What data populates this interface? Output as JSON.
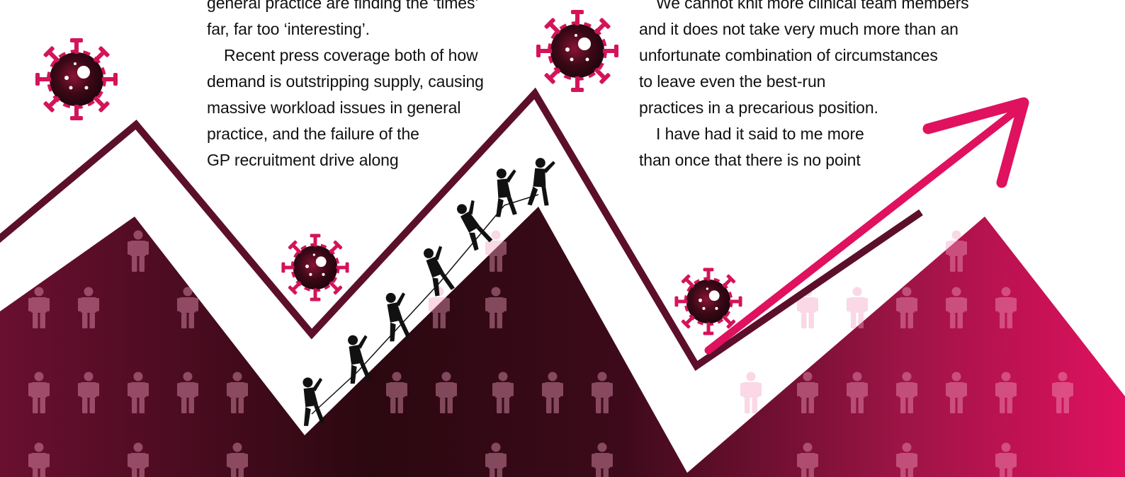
{
  "article": {
    "left_column": [
      {
        "text": "general practice are finding the ‘times’",
        "indent": false
      },
      {
        "text": "far, far too ‘interesting’.",
        "indent": false
      },
      {
        "text": "Recent press coverage both of how",
        "indent": true
      },
      {
        "text": "demand is outstripping supply, causing",
        "indent": false
      },
      {
        "text": "massive workload issues in general",
        "indent": false
      },
      {
        "text": "practice, and the failure of the",
        "indent": false
      },
      {
        "text": "GP recruitment drive along",
        "indent": false
      }
    ],
    "right_column": [
      {
        "text": "We cannot knit more clinical team members",
        "indent": true
      },
      {
        "text": "and it does not take very much more than an",
        "indent": false
      },
      {
        "text": "unfortunate combination of circumstances",
        "indent": false
      },
      {
        "text": "to leave even the best-run",
        "indent": false
      },
      {
        "text": "practices in a precarious position.",
        "indent": false
      },
      {
        "text": "I have had it said to me more",
        "indent": true
      },
      {
        "text": "than once that there is no point",
        "indent": false
      }
    ]
  },
  "illustration": {
    "colors": {
      "mountain_dark": "#2b0810",
      "mountain_mid": "#7a1238",
      "mountain_bright": "#e0115f",
      "zigzag_line": "#5c0f2a",
      "arrow": "#e0115f",
      "virus_outer": "#d4145a",
      "virus_core": "#2a0610",
      "figure": "#f3a3c0",
      "climber": "#111111"
    },
    "icons": [
      "virus-icon",
      "person-icon",
      "climber-silhouette",
      "arrow-icon"
    ]
  }
}
